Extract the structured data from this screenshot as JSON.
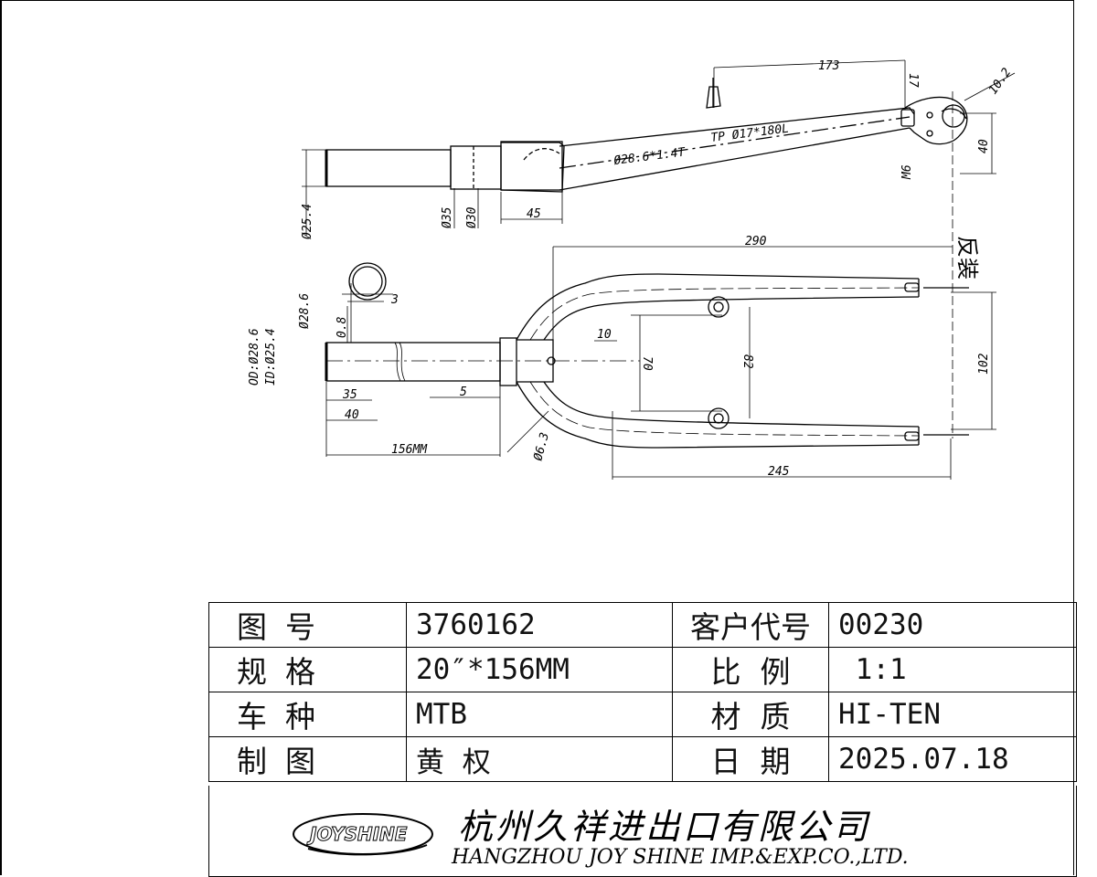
{
  "drawing": {
    "dims": {
      "d173": "173",
      "d17": "17",
      "d10_2": "10.2",
      "d40_top": "40",
      "m6": "M6",
      "tube": "Ø28.6*1.4T",
      "tp": "TP Ø17*180L",
      "d25_4": "Ø25.4",
      "d35": "Ø35",
      "d30": "Ø30",
      "d45": "45",
      "d290": "290",
      "fanzhuang": "反装",
      "d3": "3",
      "d28_6": "Ø28.6",
      "d0_8": "0.8",
      "od": "OD:Ø28.6",
      "id": "ID:Ø25.4",
      "d10": "10",
      "d70": "70",
      "d82": "82",
      "d102": "102",
      "d35b": "35",
      "d5": "5",
      "d40b": "40",
      "d6_3": "Ø6.3",
      "d156": "156MM",
      "d245": "245"
    }
  },
  "title_block": {
    "rows": [
      {
        "label1": "图号",
        "value1": "3760162",
        "label2": "客户代号",
        "value2": "00230"
      },
      {
        "label1": "规格",
        "value1": "20″*156MM",
        "label2": "比  例",
        "value2": " 1:1"
      },
      {
        "label1": "车种",
        "value1": "MTB",
        "label2": "材  质",
        "value2": "HI-TEN"
      },
      {
        "label1": "制图",
        "value1": "黄  权",
        "label2": "日  期",
        "value2": "2025.07.18"
      }
    ],
    "logo_text": "JOYSHINE",
    "company_cn": "杭州久祥进出口有限公司",
    "company_en": "HANGZHOU JOY SHINE IMP.&EXP.CO.,LTD."
  }
}
